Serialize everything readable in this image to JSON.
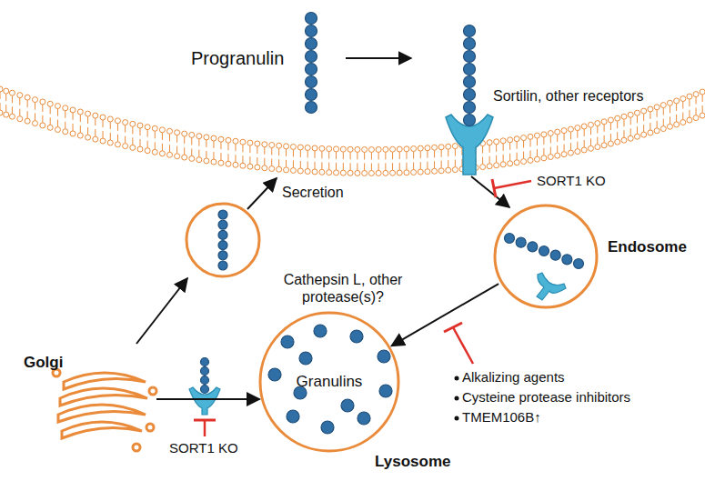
{
  "diagram": {
    "nodes": [
      {
        "text": [
          "Golgi"
        ]
      },
      {
        "text": [
          "Endosome"
        ]
      },
      {
        "text": [
          "Granulins",
          "Lysosome"
        ]
      }
    ],
    "edges": [
      {
        "from": 0,
        "to": 2,
        "arrow": "to"
      },
      {
        "from": 1,
        "to": 2,
        "arrow": "to"
      }
    ],
    "labels": [
      "Progranulin",
      "Sortilin, other receptors",
      "Secretion",
      "SORT1 KO",
      "Cathepsin L, other protease(s)?",
      "Alkalizing agents",
      "Cysteine protease inhibitors",
      "TMEM106B↑",
      "SORT1 KO"
    ]
  }
}
